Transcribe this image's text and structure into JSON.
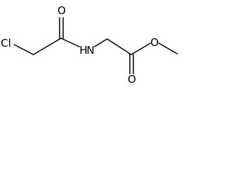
{
  "molecule": {
    "atoms": {
      "chlorine": "Cl",
      "amide_oxygen": "O",
      "amide_nitrogen": "N",
      "amide_hydrogen": "H",
      "ester_carbonyl_oxygen": "O",
      "ester_ether_oxygen": "O"
    }
  },
  "colors": {
    "bond": "#000000",
    "label": "#000000",
    "background": "#ffffff"
  }
}
